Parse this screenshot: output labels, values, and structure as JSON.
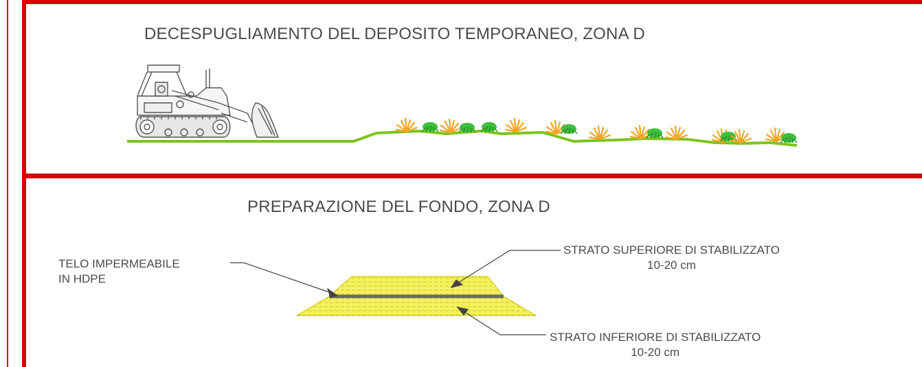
{
  "panel_top": {
    "title": "DECESPUGLIAMENTO DEL DEPOSITO TEMPORANEO, ZONA D",
    "icon": "bulldozer-icon"
  },
  "panel_bottom": {
    "title": "PREPARAZIONE DEL FONDO,  ZONA D",
    "labels": {
      "telo_line1": "TELO IMPERMEABILE",
      "telo_line2": "IN HDPE",
      "sup_line1": "STRATO SUPERIORE DI STABILIZZATO",
      "sup_line2": "10-20 cm",
      "inf_line1": "STRATO INFERIORE DI STABILIZZATO",
      "inf_line2": "10-20 cm"
    }
  },
  "colors": {
    "frame": "#d40000",
    "ground": "#7dc41e",
    "shrub_orange": "#f5a623",
    "shrub_green": "#3fbf3f",
    "fill_layer": "#f2ee3c",
    "membrane": "#666666",
    "text": "#4a4a4a"
  }
}
